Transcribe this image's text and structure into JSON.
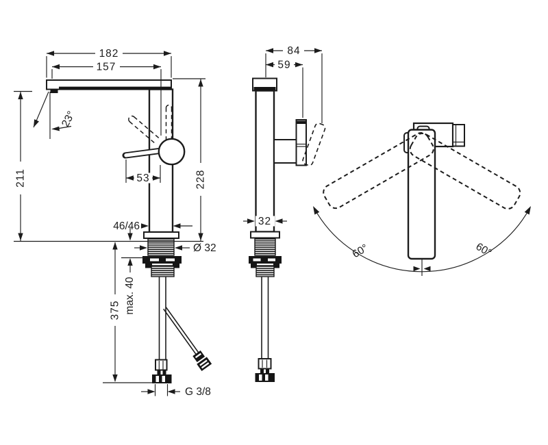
{
  "drawing": {
    "front_view": {
      "overall_width": "182",
      "spout_reach": "157",
      "spout_height": "211",
      "overall_height": "228",
      "stream_angle": "23°",
      "lever_projection": "53",
      "base_dimension": "46/46",
      "shank_diameter": "Ø 32",
      "max_deck_thickness": "max. 40",
      "hose_length": "375",
      "connection_thread": "G 3/8"
    },
    "side_view": {
      "overall_depth": "84",
      "handle_depth": "59",
      "body_depth": "32"
    },
    "top_view": {
      "swivel_left": "60°",
      "swivel_right": "60°"
    }
  },
  "colors": {
    "line": "#1c1c1c",
    "fill_dark": "#151515",
    "background": "#ffffff"
  }
}
